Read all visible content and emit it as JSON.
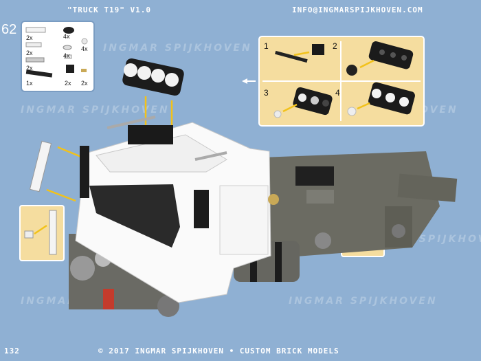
{
  "header": {
    "title": "\"TRUCK T19\" V1.0",
    "email": "INFO@INGMARSPIJKHOVEN.COM"
  },
  "step": {
    "number": "62"
  },
  "parts_list": {
    "quantities": [
      "4x",
      "2x",
      "4x",
      "2x",
      "4x",
      "2x",
      "1x",
      "2x",
      "2x"
    ]
  },
  "sub_assembly": {
    "step_labels": [
      "1",
      "2",
      "3",
      "4"
    ]
  },
  "watermark": {
    "text": "INGMAR SPIJKHOVEN"
  },
  "footer": {
    "page_number": "132",
    "copyright": "© 2017 INGMAR SPIJKHOVEN • CUSTOM BRICK MODELS"
  },
  "colors": {
    "background": "#8fb0d3",
    "callout": "#f5dd9f",
    "truck_body": "#ffffff",
    "chassis": "#6b6b62",
    "arrow": "#f2c21a"
  }
}
